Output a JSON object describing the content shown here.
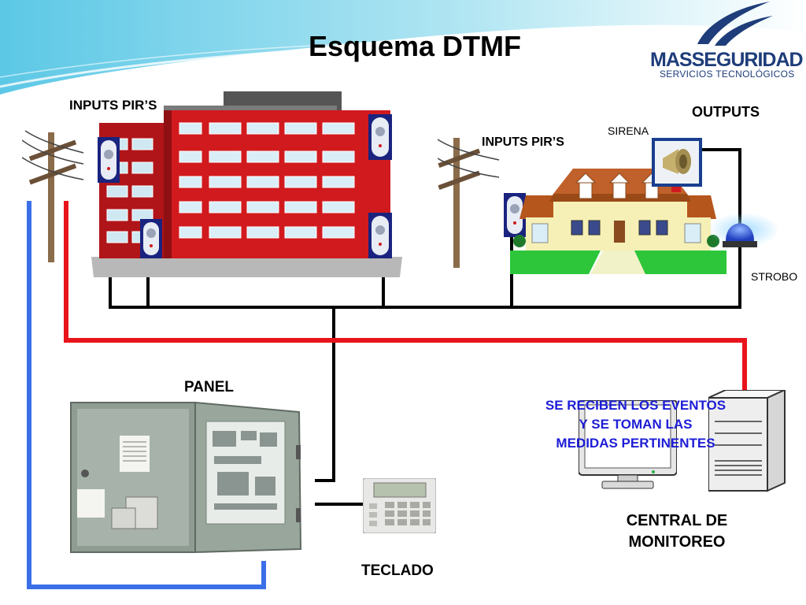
{
  "title": "Esquema DTMF",
  "logo": {
    "brand_part1": "MAS",
    "brand_part2": "SEGURIDAD",
    "tagline": "SERVICIOS TECNOLÓGICOS"
  },
  "labels": {
    "inputs_left": "INPUTS  PIR’S",
    "inputs_right": "INPUTS  PIR’S",
    "outputs": "OUTPUTS",
    "sirena": "SIRENA",
    "strobo": "STROBO",
    "panel": "PANEL",
    "teclado": "TECLADO",
    "central_line1": "CENTRAL  DE",
    "central_line2": "MONITOREO"
  },
  "monitor_message": {
    "line1": "SE RECIBEN LOS EVENTOS",
    "line2": "Y SE TOMAN LAS",
    "line3": "MEDIDAS PERTINENTES"
  },
  "colors": {
    "phone_line_red": "#e8141b",
    "phone_line_blue": "#3a6fe8",
    "bus_black": "#000000",
    "building_red": "#d11a1e",
    "message_blue": "#1d1dd6",
    "brand_blue": "#1e3d7a",
    "header_gradient": "#7fd3ea"
  },
  "icons": [
    "utility-pole-icon",
    "office-building-icon",
    "house-icon",
    "pir-sensor-icon",
    "siren-icon",
    "strobe-light-icon",
    "alarm-panel-icon",
    "keypad-icon",
    "computer-monitor-icon",
    "tower-pc-icon"
  ]
}
